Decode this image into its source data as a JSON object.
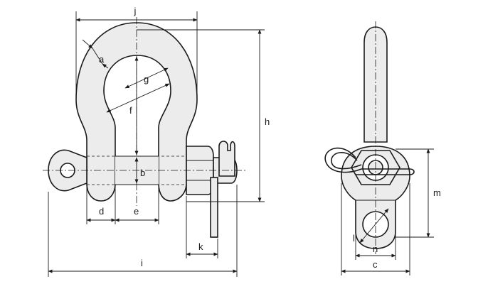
{
  "diagram": {
    "dimension_labels": {
      "a": "a",
      "b": "b",
      "c": "c",
      "d": "d",
      "e": "e",
      "f": "f",
      "g": "g",
      "h": "h",
      "i": "i",
      "j": "j",
      "k": "k",
      "l": "l",
      "m": "m",
      "n": "n"
    },
    "colors": {
      "line": "#1a1a1a",
      "fill": "#ececec",
      "background": "#ffffff"
    }
  }
}
